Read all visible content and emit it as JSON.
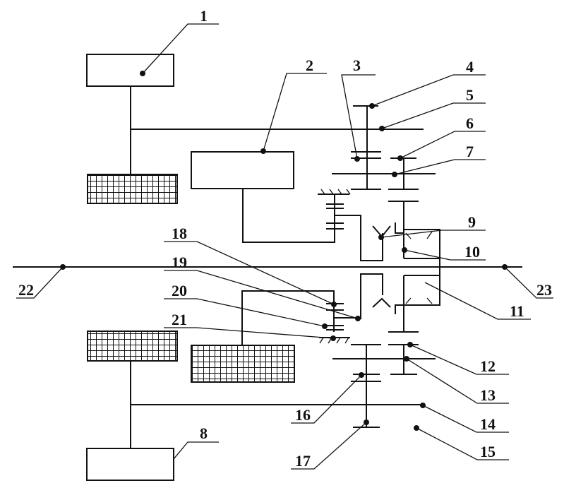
{
  "diagram": {
    "type": "mechanical-schematic",
    "description": "Hybrid power transmission schematic with numbered component callouts",
    "line_color": "#111111",
    "background": "#ffffff",
    "labels": [
      "1",
      "2",
      "3",
      "4",
      "5",
      "6",
      "7",
      "8",
      "9",
      "10",
      "11",
      "12",
      "13",
      "14",
      "15",
      "16",
      "17",
      "18",
      "19",
      "20",
      "21",
      "22",
      "23"
    ]
  }
}
